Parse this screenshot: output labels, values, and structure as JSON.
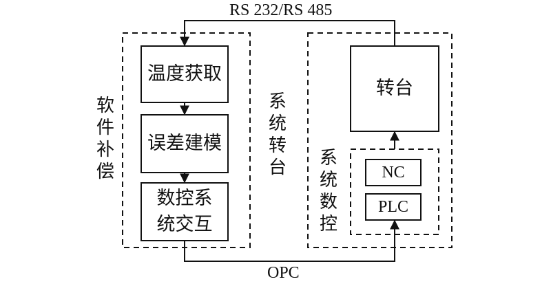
{
  "links": {
    "serial": "RS 232/RS 485",
    "opc": "OPC"
  },
  "left_group": {
    "label": "软件补偿",
    "blocks": [
      {
        "text": "温度获取"
      },
      {
        "text": "误差建模"
      },
      {
        "text": "数控系统交互"
      }
    ]
  },
  "middle_label": "系统转台",
  "right_group": {
    "turntable": "转台",
    "cnc_group": {
      "label": "系统数控",
      "blocks": [
        {
          "text": "NC"
        },
        {
          "text": "PLC"
        }
      ]
    }
  }
}
